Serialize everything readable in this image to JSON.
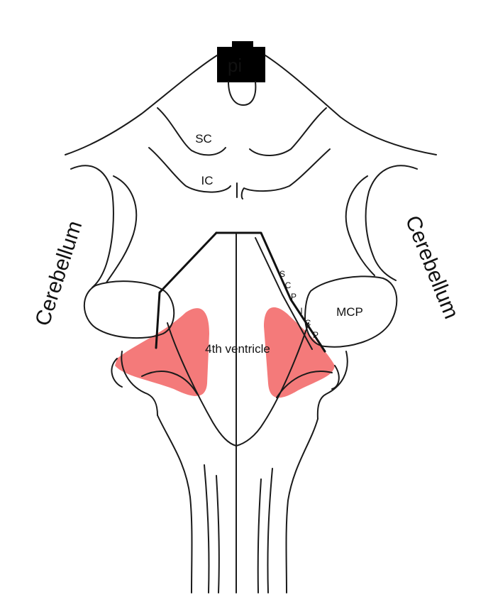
{
  "labels": {
    "pineal": "pi",
    "superior_colliculus": "SC",
    "inferior_colliculus": "IC",
    "cerebellum_left": "Cerebellum",
    "cerebellum_right": "Cerebellum",
    "fourth_ventricle": "4th ventricle",
    "mcp": "MCP",
    "scp": [
      "S",
      "C",
      "P"
    ],
    "icp": [
      "I",
      "C",
      "P"
    ]
  },
  "colors": {
    "line": "#1a1a1a",
    "highlight": "#f47a7a",
    "pineal_box": "#000000",
    "pineal_text": "#ffffff"
  }
}
